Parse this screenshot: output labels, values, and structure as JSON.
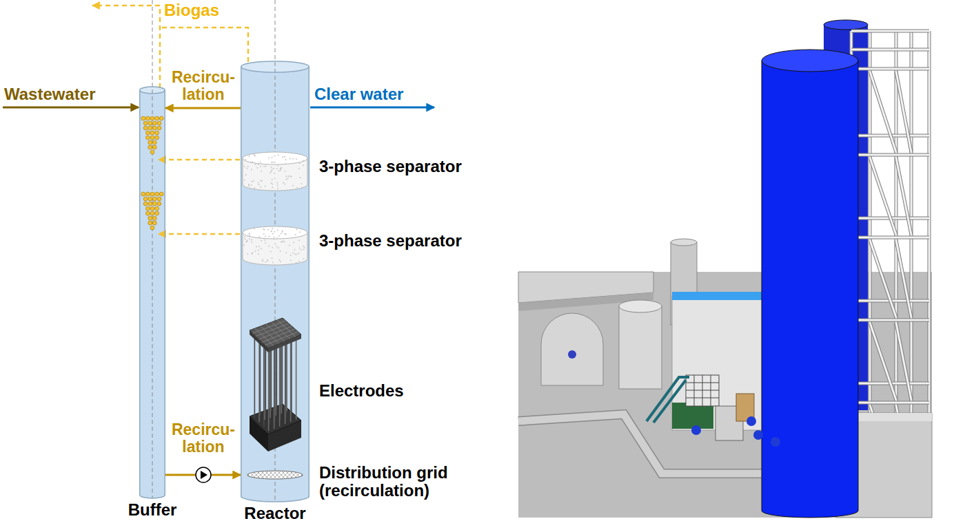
{
  "diagram": {
    "nodes": [
      {
        "text": [
          "Buffer"
        ]
      },
      {
        "text": [
          "Reactor"
        ]
      }
    ],
    "edges": [
      {
        "from": 1,
        "to": 0,
        "arrow": "to",
        "label": "Recircu- lation"
      },
      {
        "from": 0,
        "to": 1,
        "arrow": "to",
        "label": "Recircu- lation"
      }
    ],
    "labels": [
      "Biogas",
      "Wastewater",
      "Clear water",
      "3-phase separator",
      "3-phase separator",
      "Electrodes",
      "Distribution grid (recirculation)"
    ]
  }
}
